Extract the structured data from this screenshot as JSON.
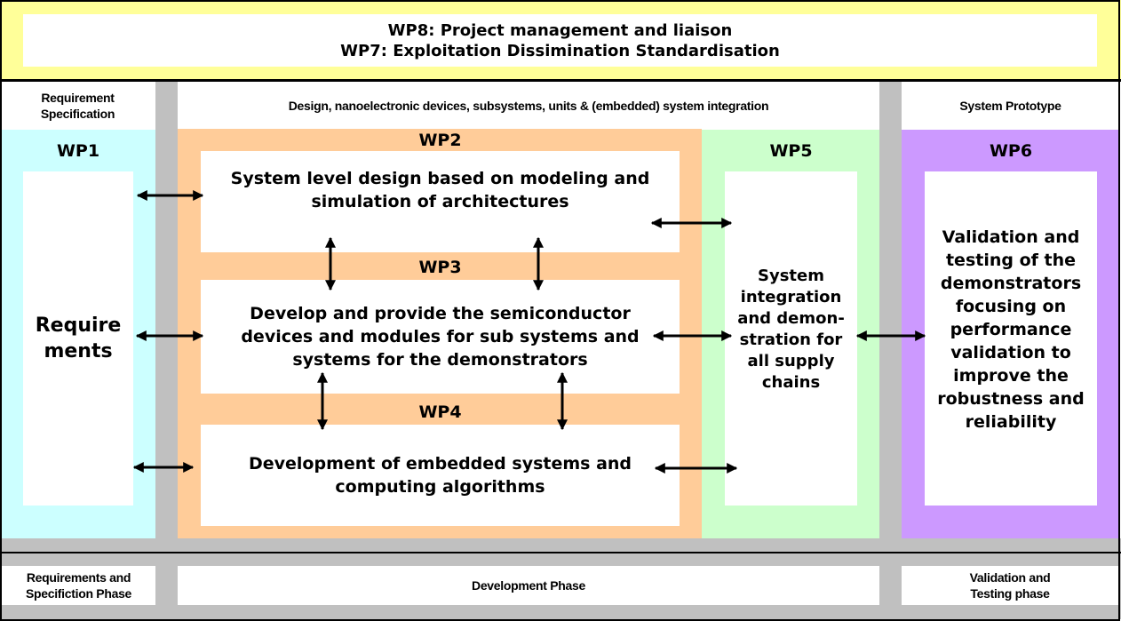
{
  "header": {
    "line1": "WP8: Project management and liaison",
    "line2": "WP7: Exploitation Dissimination Standardisation"
  },
  "columns": {
    "left": "Requirement Specification",
    "middle": "Design, nanoelectronic devices, subsystems, units & (embedded) system integration",
    "right": "System Prototype"
  },
  "work_packages": {
    "wp1": {
      "label": "WP1",
      "text": "Require ments"
    },
    "wp2": {
      "label": "WP2",
      "text": "System level design based on modeling and simulation of architectures"
    },
    "wp3": {
      "label": "WP3",
      "text": "Develop and provide the semiconductor devices and modules for sub systems and systems for the demonstrators"
    },
    "wp4": {
      "label": "WP4",
      "text": "Development of embedded systems and computing algorithms"
    },
    "wp5": {
      "label": "WP5",
      "text": "System integration and demon-stration for all supply chains"
    },
    "wp6": {
      "label": "WP6",
      "text": "Validation and testing of the demonstrators focusing on performance validation to improve the robustness and reliability"
    }
  },
  "phases": {
    "left": "Requirements and Specifiction Phase",
    "middle": "Development Phase",
    "right": "Validation and Testing phase"
  },
  "colors": {
    "wp78": "#ffff99",
    "wp1": "#ccffff",
    "wp2_4": "#ffcc99",
    "wp5": "#ccffcc",
    "wp6": "#cc99ff",
    "separator": "#c0c0c0"
  }
}
